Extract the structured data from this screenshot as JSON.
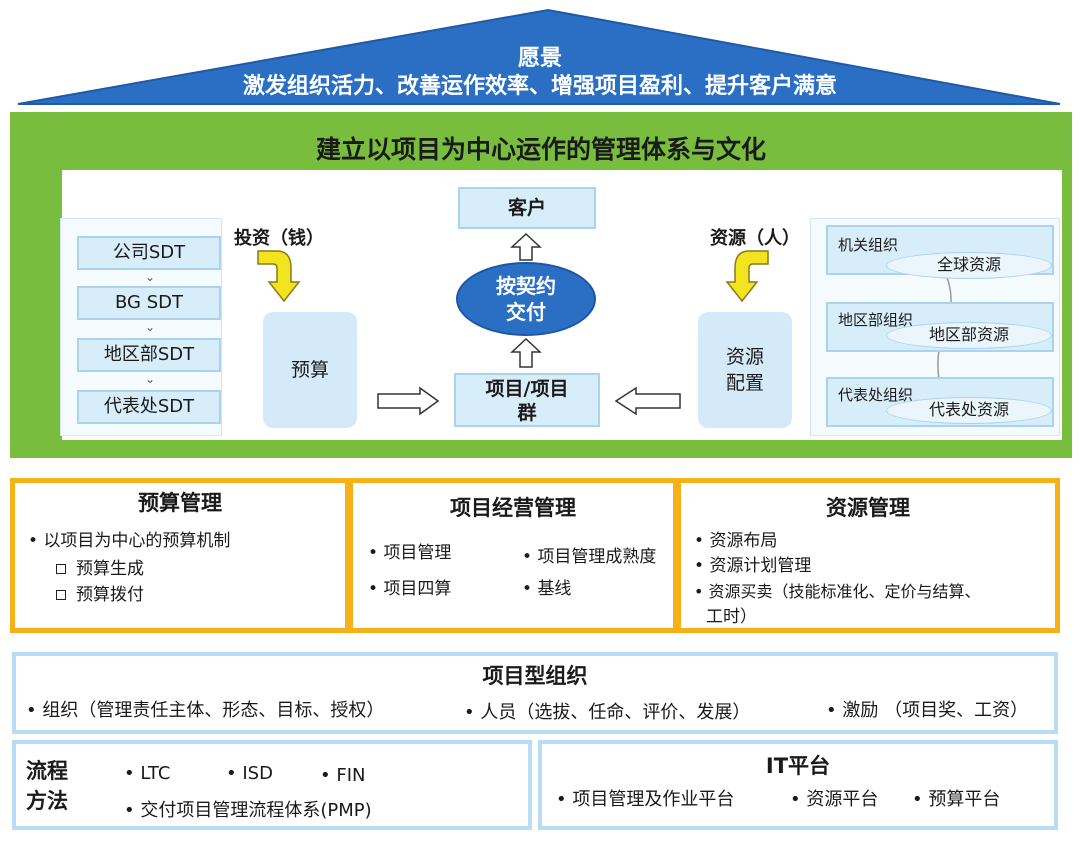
{
  "vision": {
    "title": "愿景",
    "subtitle": "激发组织活力、改善运作效率、增强项目盈利、提升客户满意"
  },
  "core": {
    "title": "建立以项目为中心运作的管理体系与文化",
    "sdt": [
      "公司SDT",
      "BG SDT",
      "地区部SDT",
      "代表处SDT"
    ],
    "invest_label": "投资（钱）",
    "budget_label": "预算",
    "customer_label": "客户",
    "delivery_line1": "按契约",
    "delivery_line2": "交付",
    "project_line1": "项目/项目",
    "project_line2": "群",
    "resource_label": "资源（人）",
    "resource_config_line1": "资源",
    "resource_config_line2": "配置",
    "orgs": [
      {
        "org": "机关组织",
        "resource": "全球资源"
      },
      {
        "org": "地区部组织",
        "resource": "地区部资源"
      },
      {
        "org": "代表处组织",
        "resource": "代表处资源"
      }
    ]
  },
  "management": {
    "budget": {
      "title": "预算管理",
      "item": "以项目为中心的预算机制",
      "subitems": [
        "预算生成",
        "预算拨付"
      ]
    },
    "project_ops": {
      "title": "项目经营管理",
      "items_left": [
        "项目管理",
        "项目四算"
      ],
      "items_right": [
        "项目管理成熟度",
        "基线"
      ]
    },
    "resource": {
      "title": "资源管理",
      "items": [
        "资源布局",
        "资源计划管理",
        "资源买卖（技能标准化、定价与结算、"
      ],
      "continuation": "工时）"
    }
  },
  "organization": {
    "title": "项目型组织",
    "items": [
      "组织（管理责任主体、形态、目标、授权）",
      "人员（选拔、任命、评价、发展）",
      "激励 （项目奖、工资）"
    ]
  },
  "process": {
    "label_line1": "流程",
    "label_line2": "方法",
    "items": [
      "LTC",
      "ISD",
      "FIN",
      "交付项目管理流程体系(PMP)"
    ]
  },
  "it_platform": {
    "title": "IT平台",
    "items": [
      "项目管理及作业平台",
      "资源平台",
      "预算平台"
    ]
  },
  "colors": {
    "roof": "#2a6fc4",
    "green_band": "#79bd3f",
    "yellow_border": "#f5b117",
    "blue_border": "#b7dcf3",
    "ellipse": "#2a6fc4",
    "light_box": "#d8edfa"
  }
}
